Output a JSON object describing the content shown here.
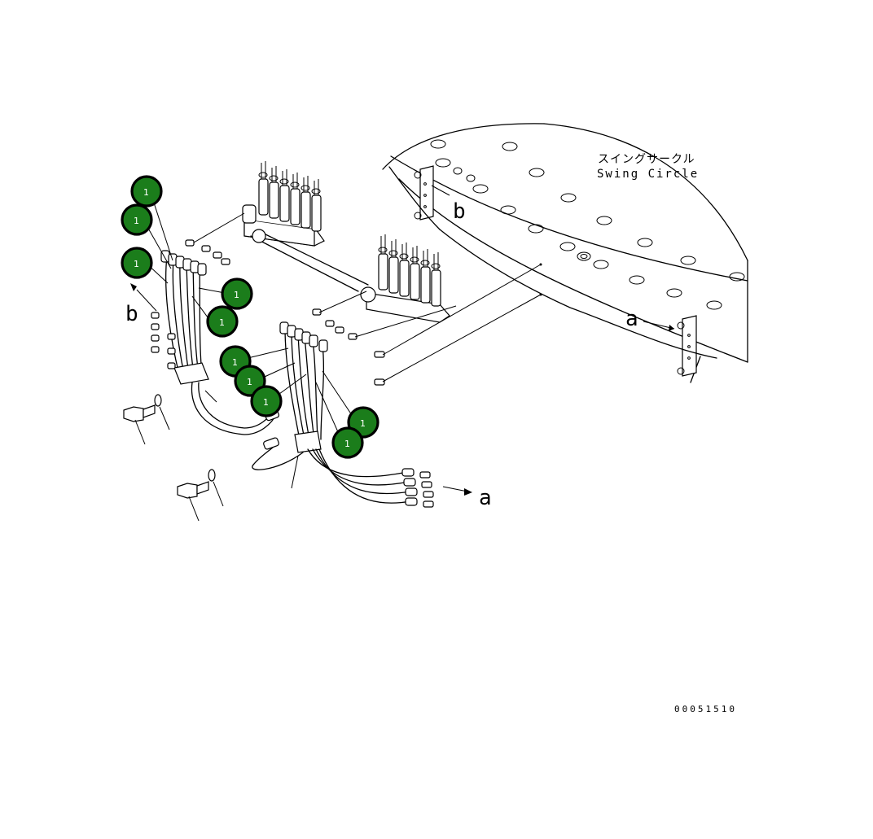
{
  "labels": {
    "swing_circle_jp": "スイングサークル",
    "swing_circle_en": "Swing Circle",
    "a_mark": "a",
    "b_mark": "b",
    "drawing_number": "00051510"
  },
  "callouts": [
    "1",
    "1",
    "1",
    "1",
    "1",
    "1",
    "1",
    "1",
    "1",
    "1"
  ],
  "colors": {
    "callout_fill": "#1b7d1b",
    "line": "#000000",
    "background": "#ffffff"
  }
}
